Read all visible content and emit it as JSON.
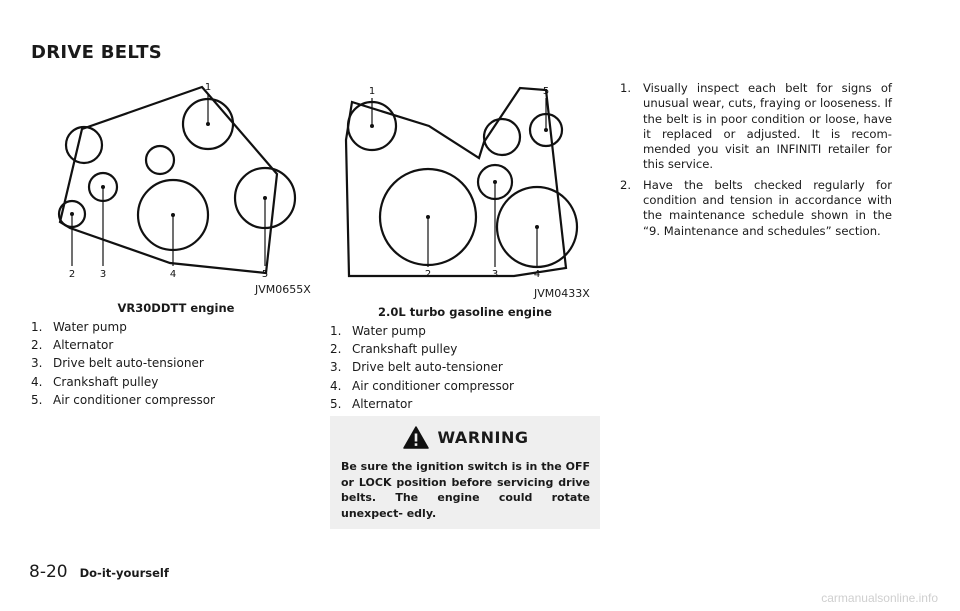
{
  "section_title": "DRIVE BELTS",
  "figure1": {
    "code": "JVM0655X",
    "caption": "VR30DDTT engine",
    "callouts": [
      "1",
      "2",
      "3",
      "4",
      "5"
    ],
    "legend": [
      {
        "num": "1.",
        "text": "Water pump"
      },
      {
        "num": "2.",
        "text": "Alternator"
      },
      {
        "num": "3.",
        "text": "Drive belt auto-tensioner"
      },
      {
        "num": "4.",
        "text": "Crankshaft pulley"
      },
      {
        "num": "5.",
        "text": "Air conditioner compressor"
      }
    ]
  },
  "figure2": {
    "code": "JVM0433X",
    "caption": "2.0L turbo gasoline engine",
    "callouts": [
      "1",
      "2",
      "3",
      "4",
      "5"
    ],
    "legend": [
      {
        "num": "1.",
        "text": "Water pump"
      },
      {
        "num": "2.",
        "text": "Crankshaft pulley"
      },
      {
        "num": "3.",
        "text": "Drive belt auto-tensioner"
      },
      {
        "num": "4.",
        "text": "Air conditioner compressor"
      },
      {
        "num": "5.",
        "text": "Alternator"
      }
    ]
  },
  "warning": {
    "title": "WARNING",
    "icon": "warning-triangle-icon",
    "text": "Be sure the ignition switch is in the OFF or LOCK position before servicing drive belts. The engine could rotate unexpect- edly."
  },
  "steps": [
    {
      "num": "1.",
      "text": "Visually inspect each belt for signs of unusual wear, cuts, fraying or looseness. If the belt is in poor condition or loose, have it replaced or adjusted. It is recom- mended you visit an INFINITI retailer for this service."
    },
    {
      "num": "2.",
      "text": "Have the belts checked regularly for condition and tension in accordance with the maintenance schedule shown in the “9. Maintenance and schedules” section."
    }
  ],
  "footer": {
    "page_number": "8-20",
    "running_title": "Do-it-yourself"
  },
  "watermark": "carmanualsonline.info"
}
